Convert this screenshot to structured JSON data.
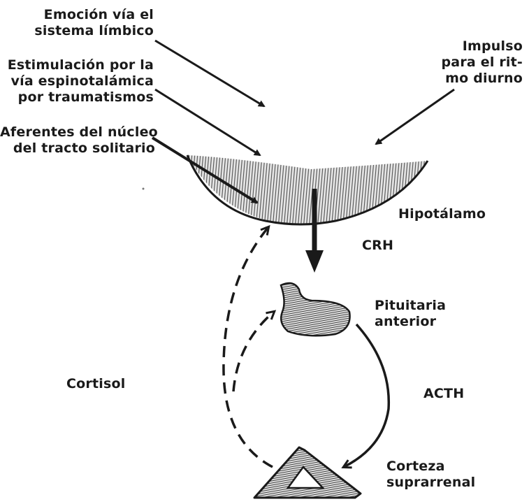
{
  "labels": {
    "emotion": [
      "Emoción vía el",
      "sistema límbico"
    ],
    "spinothalamic": [
      "Estimulación por la",
      "vía espinotalámica",
      "por traumatismos"
    ],
    "solitary": [
      "Aferentes del núcleo",
      "del tracto solitario"
    ],
    "diurnal": [
      "Impulso",
      "para el rit-",
      "mo diurno"
    ],
    "hypothalamus": "Hipotálamo",
    "crh": "CRH",
    "pituitary": [
      "Pituitaria",
      "anterior"
    ],
    "cortisol": "Cortisol",
    "acth": "ACTH",
    "adrenal": [
      "Corteza",
      "suprarrenal"
    ]
  },
  "colors": {
    "ink": "#1a1a1a",
    "hatch": "#555555",
    "background": "#ffffff"
  }
}
